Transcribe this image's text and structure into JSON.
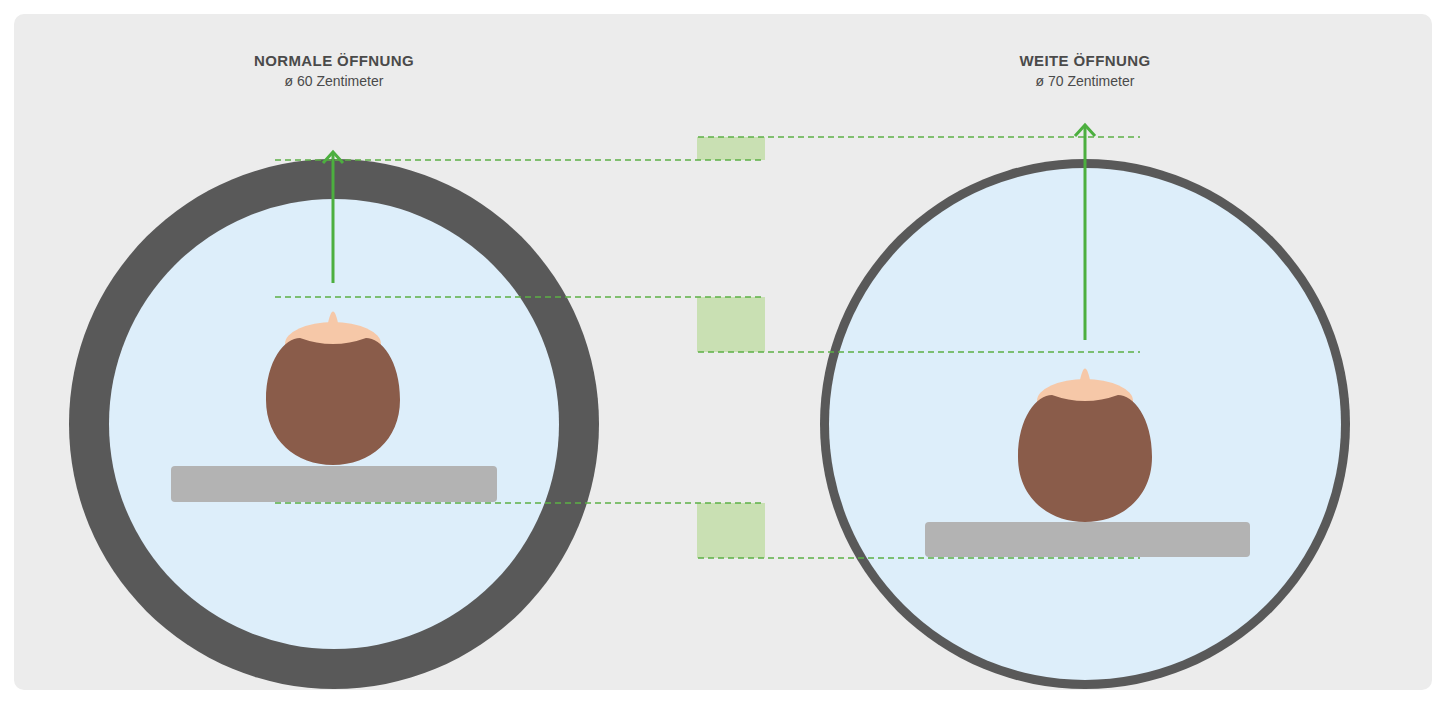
{
  "diagram": {
    "nodes": [
      {
        "text": [
          "NORMALE ÖFFNUNG",
          "ø 60 Zentimeter"
        ]
      },
      {
        "text": [
          "WEITE ÖFFNUNG",
          "ø 70 Zentimeter"
        ]
      }
    ]
  }
}
